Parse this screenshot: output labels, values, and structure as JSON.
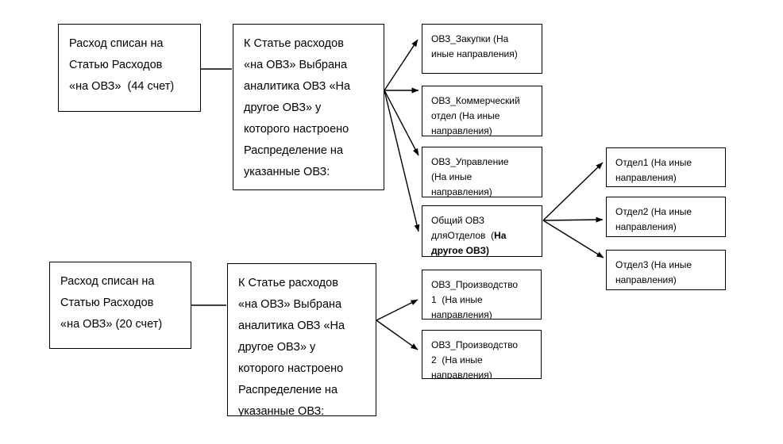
{
  "diagram": {
    "colors": {
      "border": "#000000",
      "text": "#000000",
      "background": "#ffffff",
      "arrow": "#000000"
    },
    "nodes": {
      "a1": {
        "text": "Расход списан на\nСтатью Расходов\n«на ОВЗ»  (44 счет)"
      },
      "b1": {
        "text": "К Статье расходов\n«на ОВЗ» Выбрана\nаналитика ОВЗ «На\nдругое ОВЗ» у\nкоторого настроено\nРаспределение на\nуказанные ОВЗ:"
      },
      "c1": {
        "text": "ОВЗ_Закупки (На\nиные направления)"
      },
      "c2": {
        "text": "ОВЗ_Коммерческий\nотдел (На иные\nнаправления)"
      },
      "c3": {
        "text": "ОВЗ_Управление\n(На иные\nнаправления)"
      },
      "c4": {
        "text_pre": "Общий ОВЗ\nдляОтделов  (",
        "text_bold": "На\nдругое ОВЗ)"
      },
      "d1": {
        "text": "Отдел1 (На иные\nнаправления)"
      },
      "d2": {
        "text": "Отдел2 (На иные\nнаправления)"
      },
      "d3": {
        "text": "Отдел3 (На иные\nнаправления)"
      },
      "a2": {
        "text": "Расход списан на\nСтатью Расходов\n«на ОВЗ» (20 счет)"
      },
      "b2": {
        "text": "К Статье расходов\n«на ОВЗ» Выбрана\nаналитика ОВЗ «На\nдругое ОВЗ» у\nкоторого настроено\nРаспределение на\nуказанные ОВЗ:"
      },
      "c5": {
        "text": "ОВЗ_Производство\n1  (На иные\nнаправления)"
      },
      "c6": {
        "text": "ОВЗ_Производство\n2  (На иные\nнаправления)"
      }
    },
    "edges": [
      {
        "from": "a1",
        "to": "b1",
        "arrowhead": false
      },
      {
        "from": "b1",
        "to": "c1",
        "arrowhead": true
      },
      {
        "from": "b1",
        "to": "c2",
        "arrowhead": true
      },
      {
        "from": "b1",
        "to": "c3",
        "arrowhead": true
      },
      {
        "from": "b1",
        "to": "c4",
        "arrowhead": true
      },
      {
        "from": "c4",
        "to": "d1",
        "arrowhead": true
      },
      {
        "from": "c4",
        "to": "d2",
        "arrowhead": true
      },
      {
        "from": "c4",
        "to": "d3",
        "arrowhead": true
      },
      {
        "from": "a2",
        "to": "b2",
        "arrowhead": false
      },
      {
        "from": "b2",
        "to": "c5",
        "arrowhead": true
      },
      {
        "from": "b2",
        "to": "c6",
        "arrowhead": true
      }
    ]
  }
}
